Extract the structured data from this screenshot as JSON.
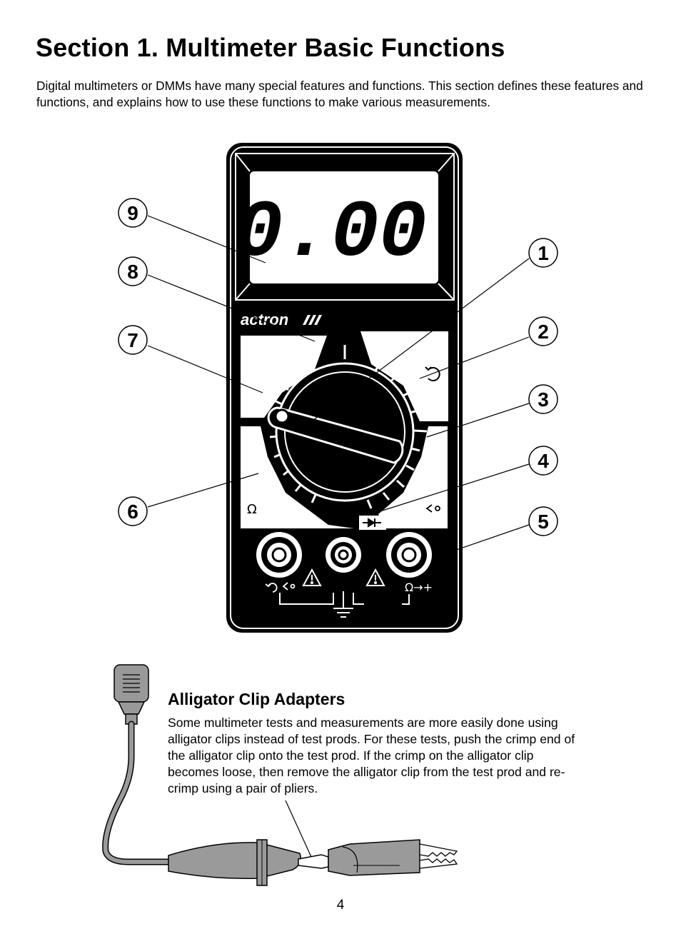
{
  "title": "Section 1.  Multimeter Basic Functions",
  "intro": "Digital multimeters or DMMs have many special features and functions. This section defines these features and functions, and explains how to use these functions to make various measurements.",
  "meter": {
    "display": "0.00",
    "brand": "actron",
    "ohm_symbol": "Ω",
    "ohm_diode_label": "Ω→+",
    "callouts": [
      "1",
      "2",
      "3",
      "4",
      "5",
      "6",
      "7",
      "8",
      "9"
    ]
  },
  "clip": {
    "heading": "Alligator Clip Adapters",
    "body": "Some multimeter tests and measurements are more easily done using alligator clips instead of test prods. For these tests, push the crimp end of the alligator clip onto the test prod. If the crimp on the alligator clip becomes loose, then remove the alligator clip from the test prod and re-crimp using a pair of pliers."
  },
  "page_number": "4"
}
